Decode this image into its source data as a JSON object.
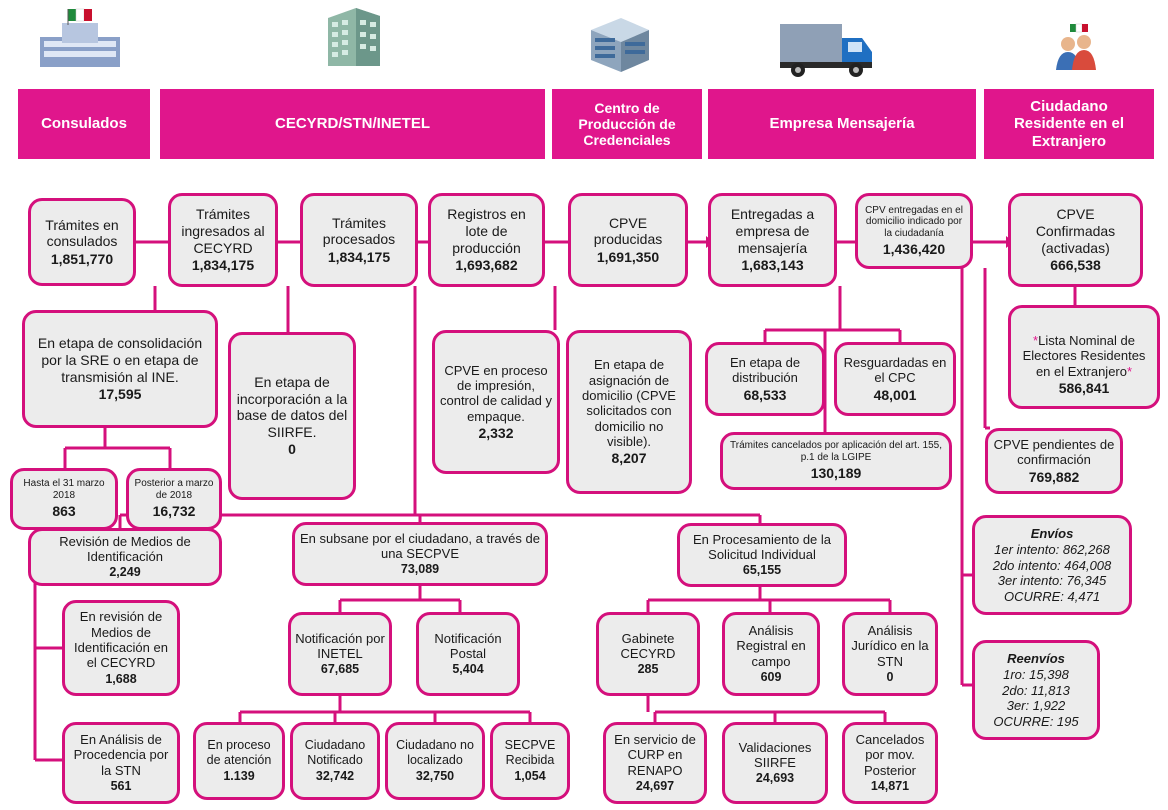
{
  "headers": {
    "consulados": "Consulados",
    "cecyrd": "CECYRD/STN/INETEL",
    "centro": "Centro de Producción de Credenciales",
    "empresa": "Empresa Mensajería",
    "ciudadano": "Ciudadano Residente en el Extranjero"
  },
  "icons": [
    "mexico-flag-building-icon",
    "office-building-icon",
    "factory-building-icon",
    "delivery-truck-icon",
    "people-flag-icon"
  ],
  "colors": {
    "accent": "#e0168c",
    "box_fill": "#ececec",
    "line": "#d4107c"
  },
  "flow": {
    "consulados": {
      "label": "Trámites en consulados",
      "value": "1,851,770"
    },
    "ingresados": {
      "label": "Trámites ingresados al CECYRD",
      "value": "1,834,175"
    },
    "procesados": {
      "label": "Trámites procesados",
      "value": "1,834,175"
    },
    "lote": {
      "label": "Registros en lote de producción",
      "value": "1,693,682"
    },
    "producidas": {
      "label": "CPVE producidas",
      "value": "1,691,350"
    },
    "entregadas": {
      "label": "Entregadas a empresa de mensajería",
      "value": "1,683,143"
    },
    "domicilio": {
      "label": "CPV entregadas en el domicilio indicado por la ciudadanía",
      "value": "1,436,420"
    },
    "confirmadas": {
      "label": "CPVE Confirmadas (activadas)",
      "value": "666,538"
    }
  },
  "branches": {
    "consolidacion": {
      "label": "En etapa de consolidación por la SRE o en etapa de transmisión al INE.",
      "value": "17,595"
    },
    "hasta": {
      "label": "Hasta el 31 marzo 2018",
      "value": "863"
    },
    "posterior": {
      "label": "Posterior a marzo de 2018",
      "value": "16,732"
    },
    "incorporacion": {
      "label": "En etapa de incorporación a la base de datos del SIIRFE.",
      "value": "0"
    },
    "impresion": {
      "label": "CPVE en proceso de impresión, control de calidad y empaque.",
      "value": "2,332"
    },
    "asignacion": {
      "label": "En etapa de asignación de domicilio (CPVE solicitados con domicilio no visible).",
      "value": "8,207"
    },
    "distribucion": {
      "label": "En etapa de distribución",
      "value": "68,533"
    },
    "resguardadas": {
      "label": "Resguardadas en el CPC",
      "value": "48,001"
    },
    "cancelados": {
      "label": "Trámites cancelados por aplicación del art. 155, p.1 de la LGIPE",
      "value": "130,189"
    },
    "lista_star1": "*",
    "lista_label": "Lista Nominal de Electores Residentes en el Extranjero",
    "lista_star2": "*",
    "lista_value": "586,841",
    "pendientes": {
      "label": "CPVE pendientes de confirmación",
      "value": "769,882"
    }
  },
  "envios": {
    "title": "Envíos",
    "lines": [
      "1er intento: 862,268",
      "2do intento: 464,008",
      "3er intento: 76,345",
      "OCURRE: 4,471"
    ]
  },
  "reenvios": {
    "title": "Reenvíos",
    "lines": [
      "1ro: 15,398",
      "2do: 11,813",
      "3er: 1,922",
      "OCURRE: 195"
    ]
  },
  "bottom": {
    "revision": {
      "label": "Revisión de Medios de Identificación",
      "value": "2,249"
    },
    "en_revision": {
      "label": "En revisión de Medios de Identificación en el CECYRD",
      "value": "1,688"
    },
    "analisis_proc": {
      "label": "En Análisis de Procedencia por la STN",
      "value": "561"
    },
    "subsane": {
      "label": "En subsane por el ciudadano, a través de una SECPVE",
      "value": "73,089"
    },
    "inetel": {
      "label": "Notificación por INETEL",
      "value": "67,685"
    },
    "postal": {
      "label": "Notificación Postal",
      "value": "5,404"
    },
    "proceso_atencion": {
      "label": "En proceso de atención",
      "value": "1.139"
    },
    "notificado": {
      "label": "Ciudadano Notificado",
      "value": "32,742"
    },
    "no_localizado": {
      "label": "Ciudadano no localizado",
      "value": "32,750"
    },
    "secpve_recibida": {
      "label": "SECPVE Recibida",
      "value": "1,054"
    },
    "procesamiento": {
      "label": "En Procesamiento de la Solicitud Individual",
      "value": "65,155"
    },
    "gabinete": {
      "label": "Gabinete CECYRD",
      "value": "285"
    },
    "registral": {
      "label": "Análisis Registral en campo",
      "value": "609"
    },
    "juridico": {
      "label": "Análisis Jurídico en la STN",
      "value": "0"
    },
    "curp": {
      "label": "En servicio de CURP en RENAPO",
      "value": "24,697"
    },
    "validaciones": {
      "label": "Validaciones SIIRFE",
      "value": "24,693"
    },
    "cancelados_mov": {
      "label": "Cancelados por mov. Posterior",
      "value": "14,871"
    }
  }
}
